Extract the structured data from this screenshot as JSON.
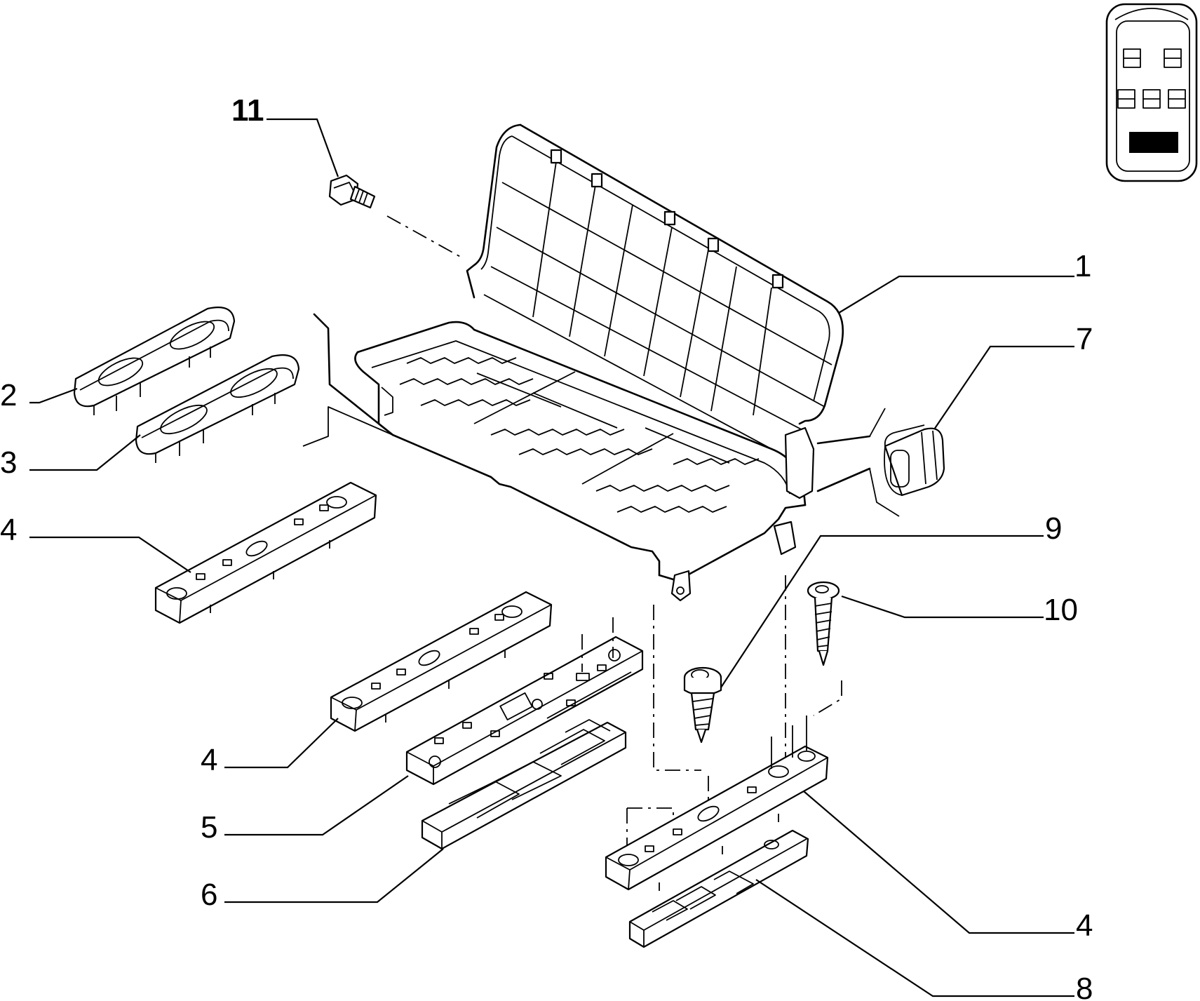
{
  "callouts": [
    {
      "id": "1",
      "label": "1"
    },
    {
      "id": "2",
      "label": "2"
    },
    {
      "id": "3",
      "label": "3"
    },
    {
      "id": "4a",
      "label": "4"
    },
    {
      "id": "4b",
      "label": "4"
    },
    {
      "id": "4c",
      "label": "4"
    },
    {
      "id": "5",
      "label": "5"
    },
    {
      "id": "6",
      "label": "6"
    },
    {
      "id": "7",
      "label": "7"
    },
    {
      "id": "8",
      "label": "8"
    },
    {
      "id": "9",
      "label": "9"
    },
    {
      "id": "10",
      "label": "10"
    },
    {
      "id": "11",
      "label": "11"
    }
  ],
  "colors": {
    "ink": "#000000",
    "paper": "#ffffff"
  },
  "icons": {
    "vehicle_locator": "vehicle-seat-position-icon"
  }
}
